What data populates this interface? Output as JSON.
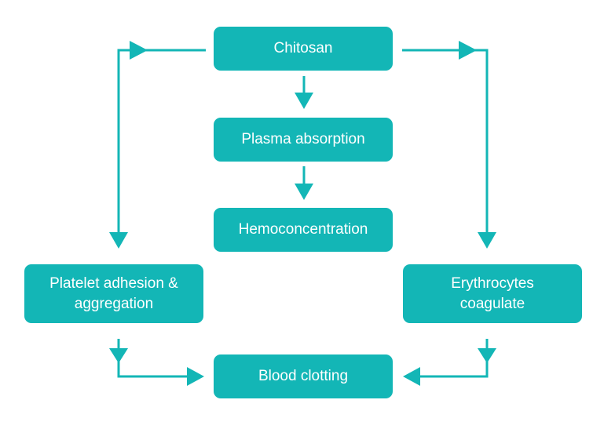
{
  "colors": {
    "box_fill": "#13B6B6",
    "arrow": "#13B6B6",
    "box_text": "#FFFFFF",
    "background": "#FFFFFF"
  },
  "nodes": {
    "chitosan": "Chitosan",
    "plasma_absorption": "Plasma absorption",
    "hemoconcentration": "Hemoconcentration",
    "platelet_adhesion": "Platelet adhesion &\naggregation",
    "erythrocytes": "Erythrocytes\ncoagulate",
    "blood_clotting": "Blood clotting"
  },
  "edges": [
    {
      "from": "Chitosan",
      "to": "Plasma absorption"
    },
    {
      "from": "Plasma absorption",
      "to": "Hemoconcentration"
    },
    {
      "from": "Chitosan",
      "to": "Platelet adhesion & aggregation"
    },
    {
      "from": "Chitosan",
      "to": "Erythrocytes coagulate"
    },
    {
      "from": "Platelet adhesion & aggregation",
      "to": "Blood clotting"
    },
    {
      "from": "Erythrocytes coagulate",
      "to": "Blood clotting"
    }
  ]
}
